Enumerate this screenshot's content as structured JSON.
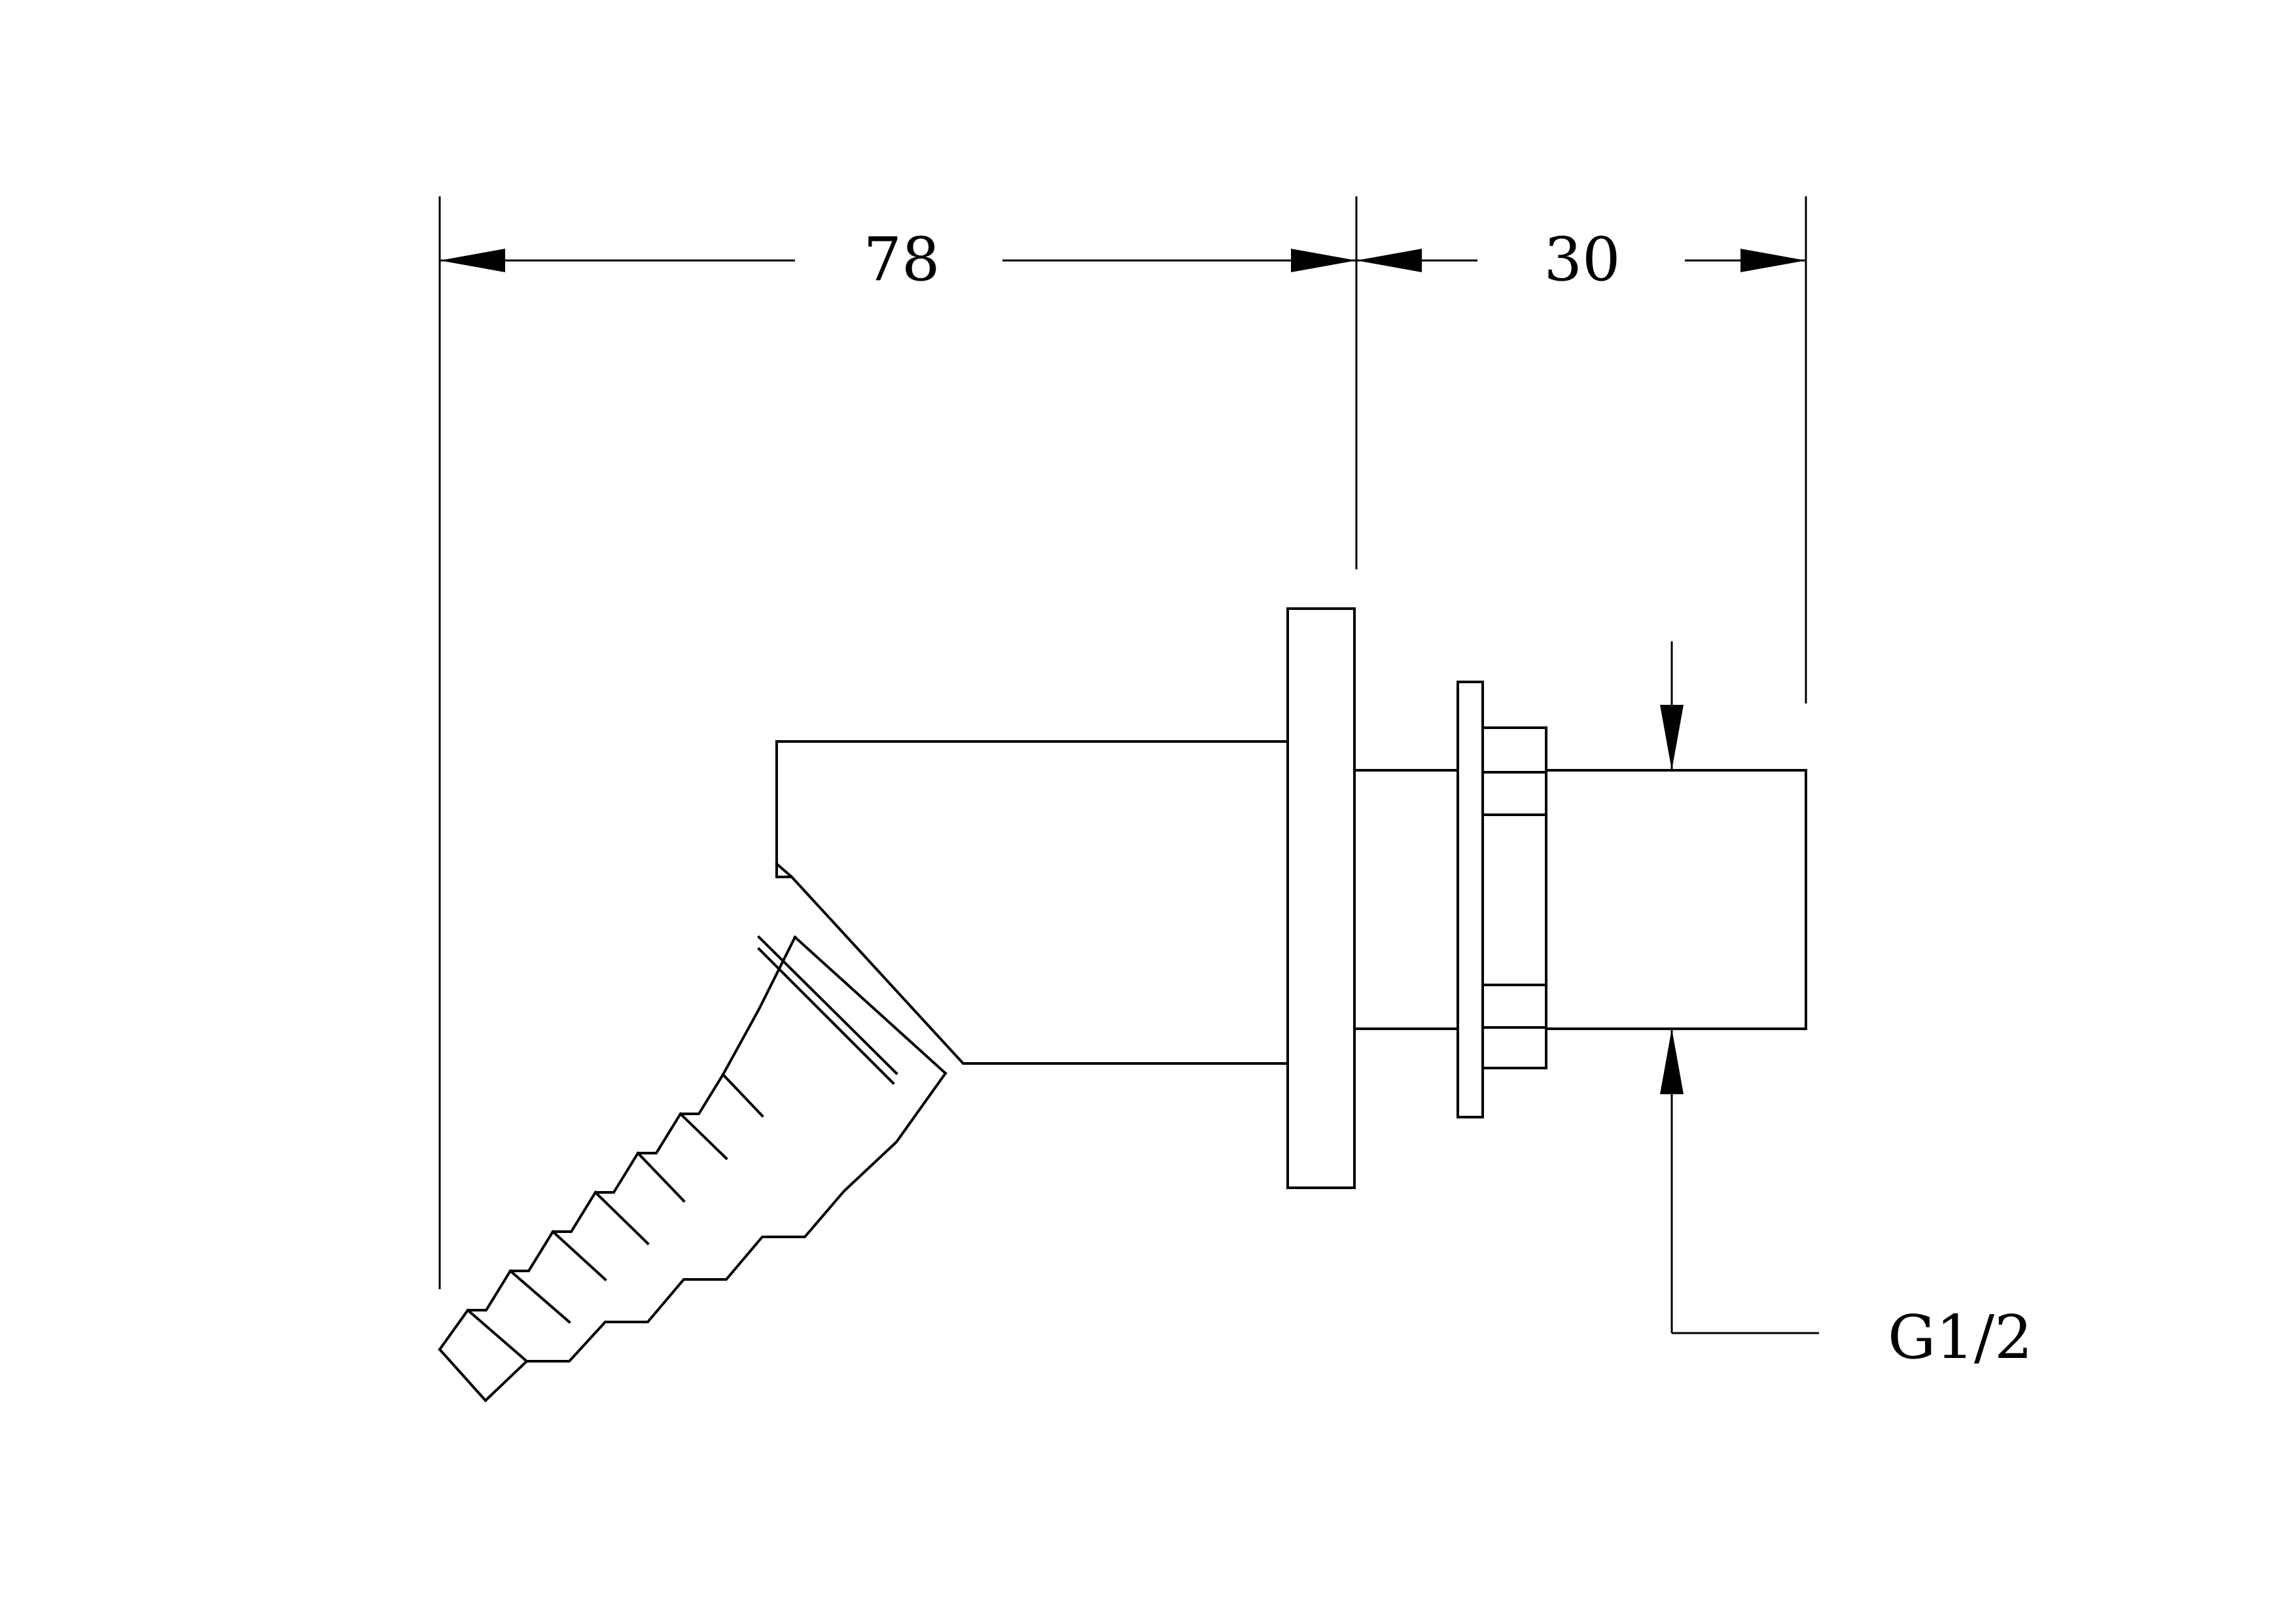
{
  "drawing": {
    "dimensions": {
      "overall_length": "78",
      "thread_length": "30"
    },
    "thread_callout": "G1/2",
    "colors": {
      "line": "#000000",
      "background": "#ffffff"
    }
  }
}
